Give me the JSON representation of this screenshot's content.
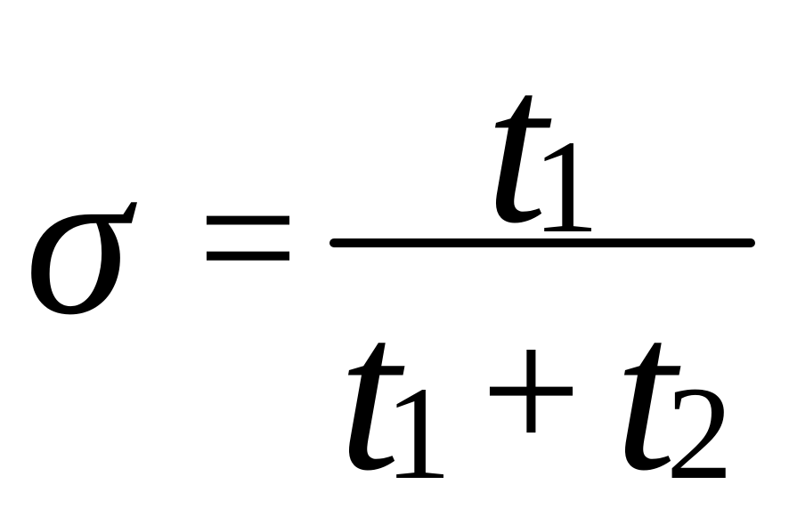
{
  "formula": {
    "lhs": "σ",
    "equals": "=",
    "numerator": {
      "var": "t",
      "sub": "1"
    },
    "denominator": {
      "term1": {
        "var": "t",
        "sub": "1"
      },
      "plus": "+",
      "term2": {
        "var": "t",
        "sub": "2"
      }
    }
  },
  "colors": {
    "ink": "#000000",
    "background": "#ffffff"
  }
}
